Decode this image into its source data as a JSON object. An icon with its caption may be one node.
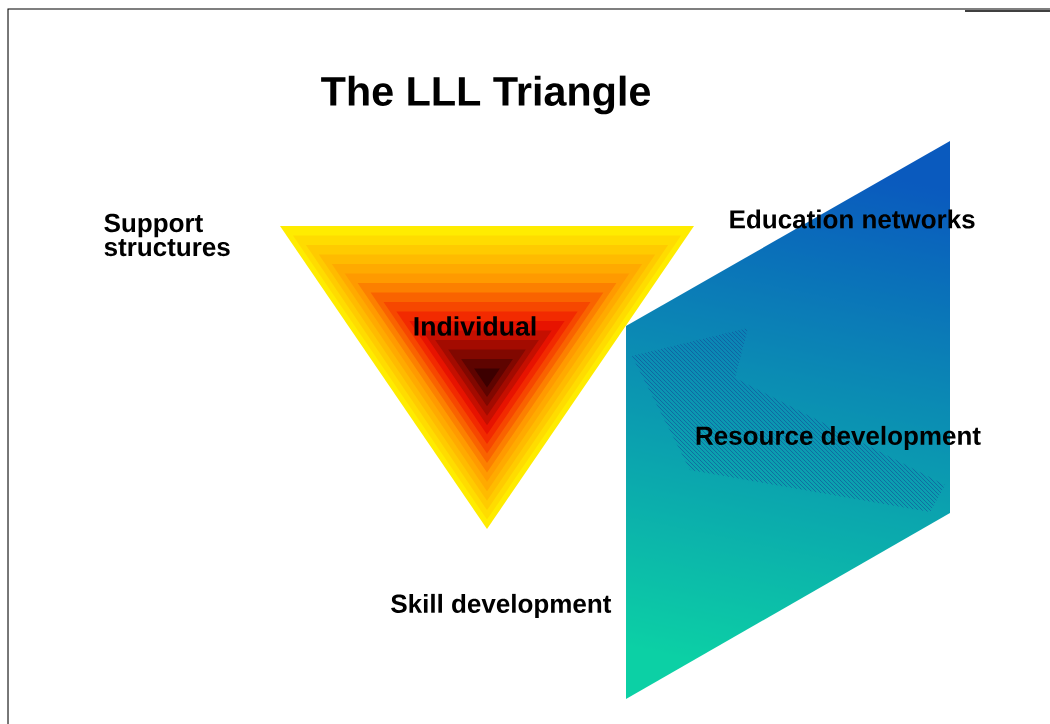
{
  "diagram": {
    "title": "The LLL Triangle",
    "nodes": [
      {
        "text": [
          "Individual"
        ]
      },
      {
        "text": [
          "Resource development"
        ]
      }
    ],
    "labels": [
      "Support structures",
      "Education networks",
      "Skill development"
    ]
  }
}
